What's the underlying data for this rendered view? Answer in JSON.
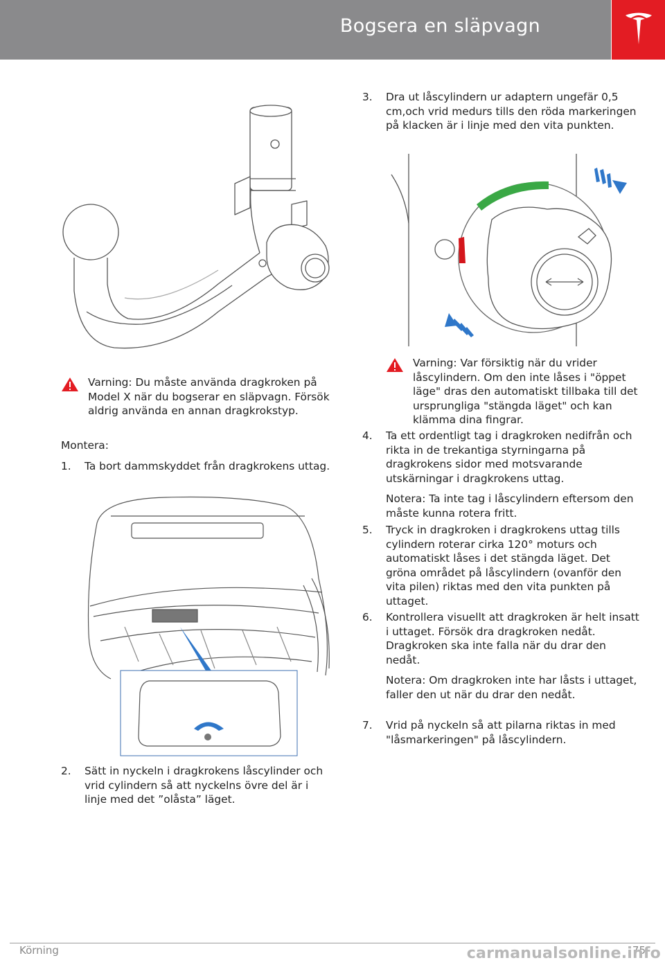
{
  "header": {
    "title": "Bogsera en släpvagn"
  },
  "left": {
    "warning": "Varning: Du måste använda dragkroken på Model X när du bogserar en släpvagn. Försök aldrig använda en annan dragkrokstyp.",
    "intro": "Montera:",
    "steps": [
      {
        "num": "1.",
        "text": "Ta bort dammskyddet från dragkrokens uttag."
      },
      {
        "num": "2.",
        "text": "Sätt in nyckeln i dragkrokens låscylinder och vrid cylindern så att nyckelns övre del är i linje med det ”olåsta” läget."
      }
    ]
  },
  "right": {
    "step3": {
      "num": "3.",
      "text": "Dra ut låscylindern ur adaptern ungefär 0,5 cm,och vrid medurs tills den röda markeringen på klacken är i linje med den vita punkten."
    },
    "warning": "Varning: Var försiktig när du vrider låscylindern. Om den inte låses i \"öppet läge\" dras den automatiskt tillbaka till det ursprungliga \"stängda läget\" och kan klämma dina fingrar.",
    "step4": {
      "num": "4.",
      "text": "Ta ett ordentligt tag i dragkroken nedifrån och rikta in de trekantiga styrningarna på dragkrokens sidor med motsvarande utskärningar i dragkrokens uttag."
    },
    "note4": "Notera: Ta inte tag i låscylindern eftersom den måste kunna rotera fritt.",
    "step5": {
      "num": "5.",
      "text": "Tryck in dragkroken i dragkrokens uttag tills cylindern roterar cirka 120° moturs och automatiskt låses i det stängda läget. Det gröna området på låscylindern (ovanför den vita pilen) riktas med den vita punkten på uttaget."
    },
    "step6": {
      "num": "6.",
      "text": "Kontrollera visuellt att dragkroken är helt insatt i uttaget. Försök dra dragkroken nedåt. Dragkroken ska inte falla när du drar den nedåt."
    },
    "note6": "Notera: Om dragkroken inte har låsts i uttaget, faller den ut när du drar den nedåt.",
    "step7": {
      "num": "7.",
      "text": "Vrid på nyckeln så att pilarna riktas in med \"låsmarkeringen\" på låscylindern."
    }
  },
  "footer": {
    "section": "Körning",
    "page": "75",
    "watermark": "carmanualsonline.info"
  },
  "colors": {
    "header": "#8a8a8c",
    "brand_red": "#e31c23",
    "lock_green": "#3aa845",
    "lock_red": "#d4161c",
    "arrow_blue": "#2f77c9"
  }
}
